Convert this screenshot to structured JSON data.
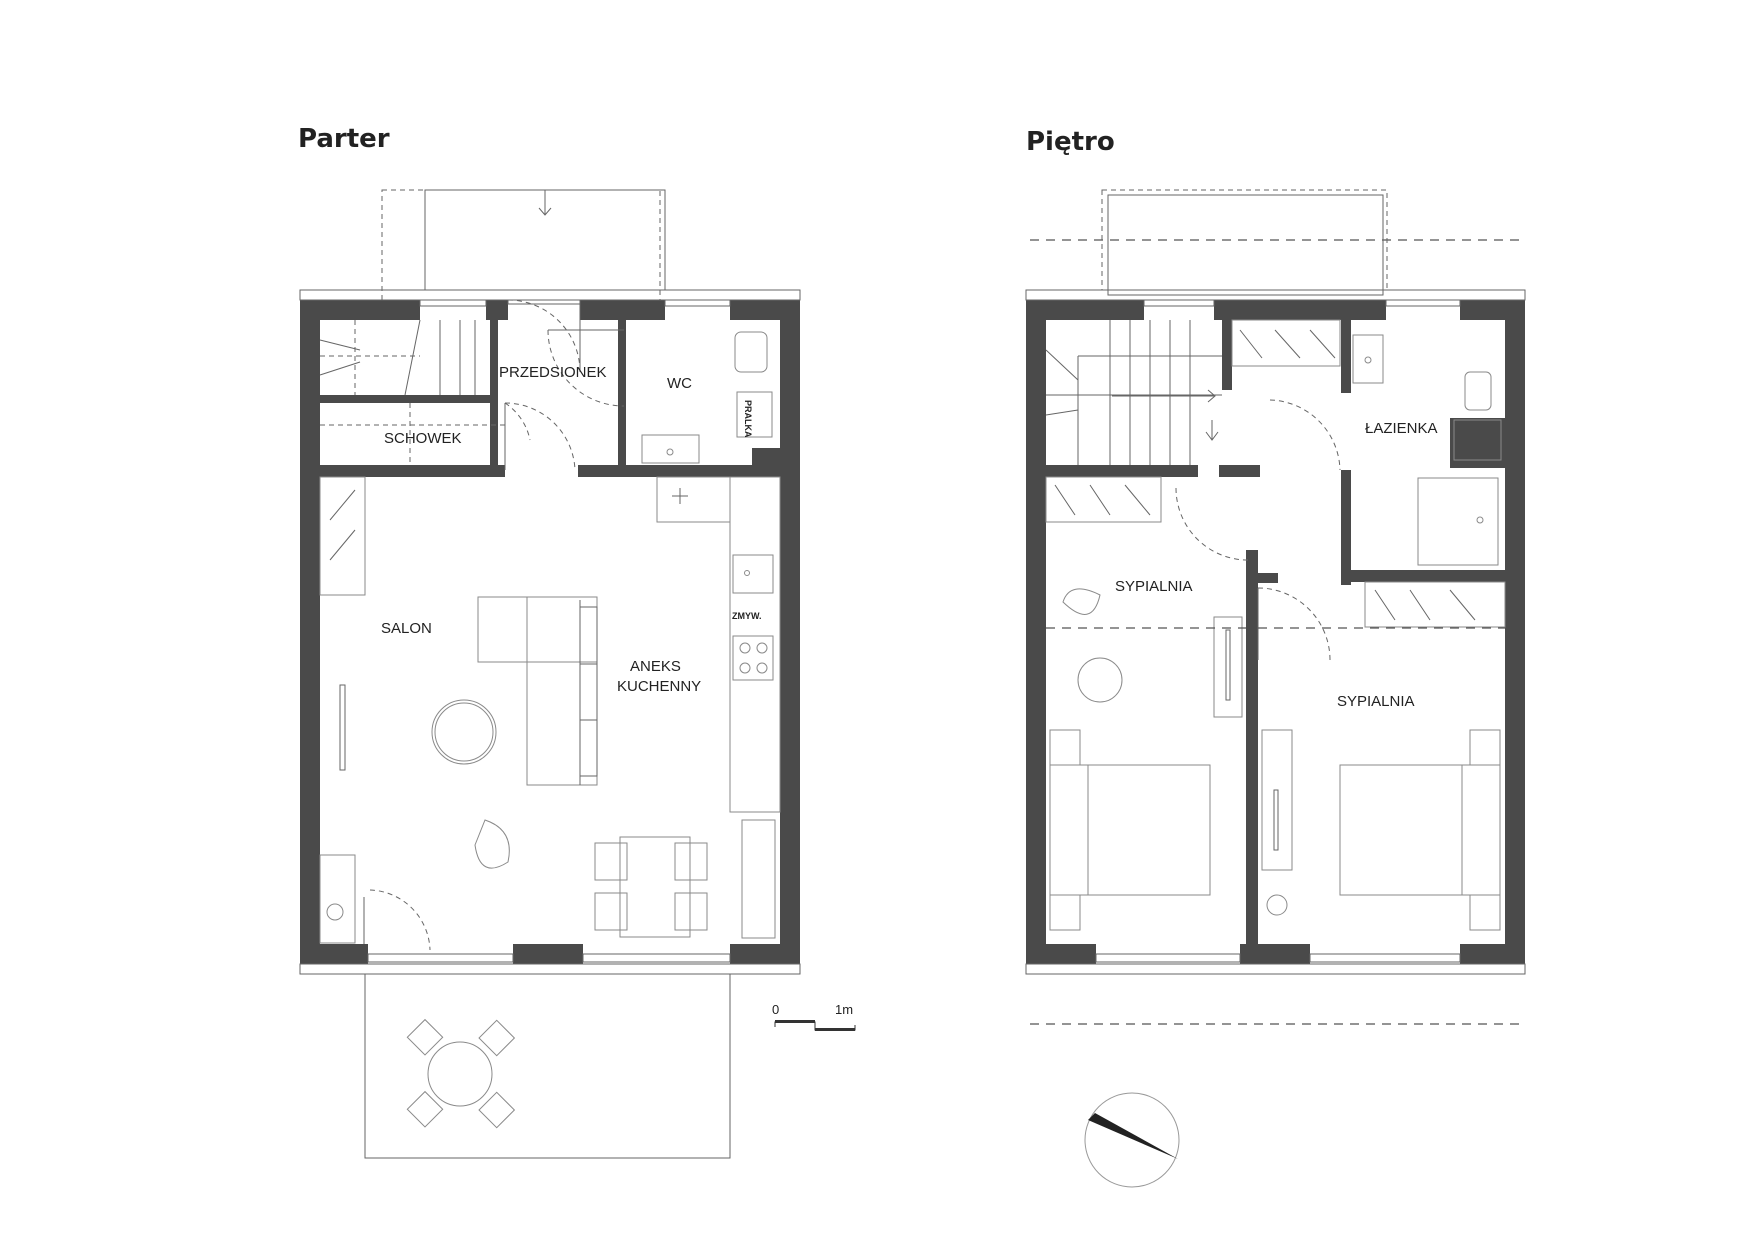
{
  "titles": {
    "ground": "Parter",
    "upper": "Piętro"
  },
  "ground_rooms": {
    "hall": "PRZEDSIONEK",
    "wc": "WC",
    "storage": "SCHOWEK",
    "living": "SALON",
    "kitchen_line1": "ANEKS",
    "kitchen_line2": "KUCHENNY"
  },
  "upper_rooms": {
    "bathroom": "ŁAZIENKA",
    "bedroom_left": "SYPIALNIA",
    "bedroom_right": "SYPIALNIA"
  },
  "appliances": {
    "washer": "PRALKA",
    "dishwasher": "ZMYW."
  },
  "scale_bar": {
    "start": "0",
    "end": "1m"
  },
  "icons": {
    "north": "north-arrow-icon"
  }
}
